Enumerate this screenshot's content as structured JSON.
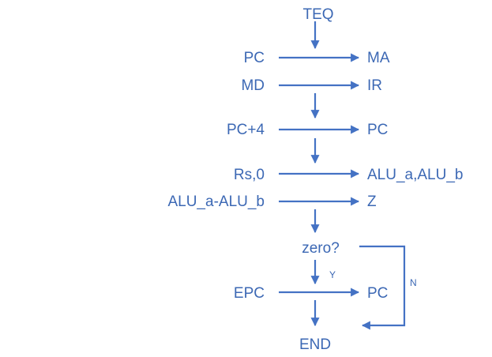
{
  "diagram": {
    "accent_color": "#4472C4",
    "text_color": "#3c68b4",
    "start": "TEQ",
    "steps": [
      {
        "left": "PC",
        "right": "MA"
      },
      {
        "left": "MD",
        "right": "IR"
      },
      {
        "left": "PC+4",
        "right": "PC"
      },
      {
        "left": "Rs,0",
        "right": "ALU_a,ALU_b"
      },
      {
        "left": "ALU_a-ALU_b",
        "right": "Z"
      }
    ],
    "decision": {
      "label": "zero?",
      "yes_label": "Y",
      "no_label": "N"
    },
    "branch": {
      "left": "EPC",
      "right": "PC"
    },
    "end": "END"
  }
}
